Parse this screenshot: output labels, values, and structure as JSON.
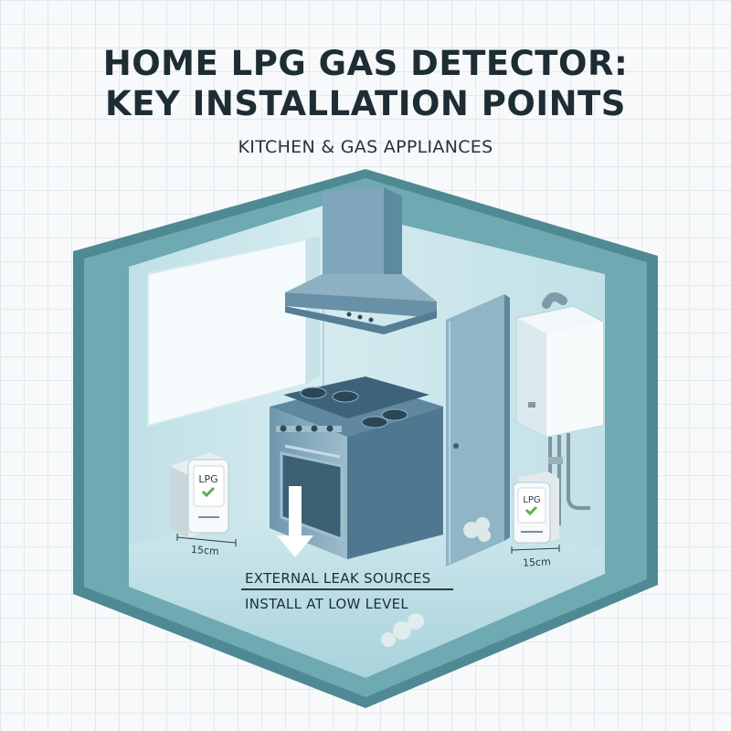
{
  "header": {
    "title_line1": "HOME LPG GAS DETECTOR:",
    "title_line2": "KEY INSTALLATION POINTS",
    "subtitle": "KITCHEN & GAS APPLIANCES"
  },
  "detectors": {
    "left_label": "LPG",
    "right_label": "LPG",
    "left_distance": "15cm",
    "right_distance": "15cm"
  },
  "callout": {
    "line1": "EXTERNAL LEAK SOURCES",
    "line2": "INSTALL AT LOW LEVEL"
  },
  "colors": {
    "room_frame": "#5f9aa2",
    "room_frame_dark": "#3f7882",
    "wall": "#cfe6ec",
    "floor": "#b9dde4",
    "appliance": "#7aa3b8",
    "detector_check": "#5bb04b",
    "title": "#1d2d33"
  },
  "icons": [
    "range-hood-icon",
    "gas-stove-icon",
    "door-icon",
    "water-heater-icon",
    "lpg-detector-icon",
    "down-arrow-icon",
    "gas-cloud-icon",
    "check-icon"
  ]
}
